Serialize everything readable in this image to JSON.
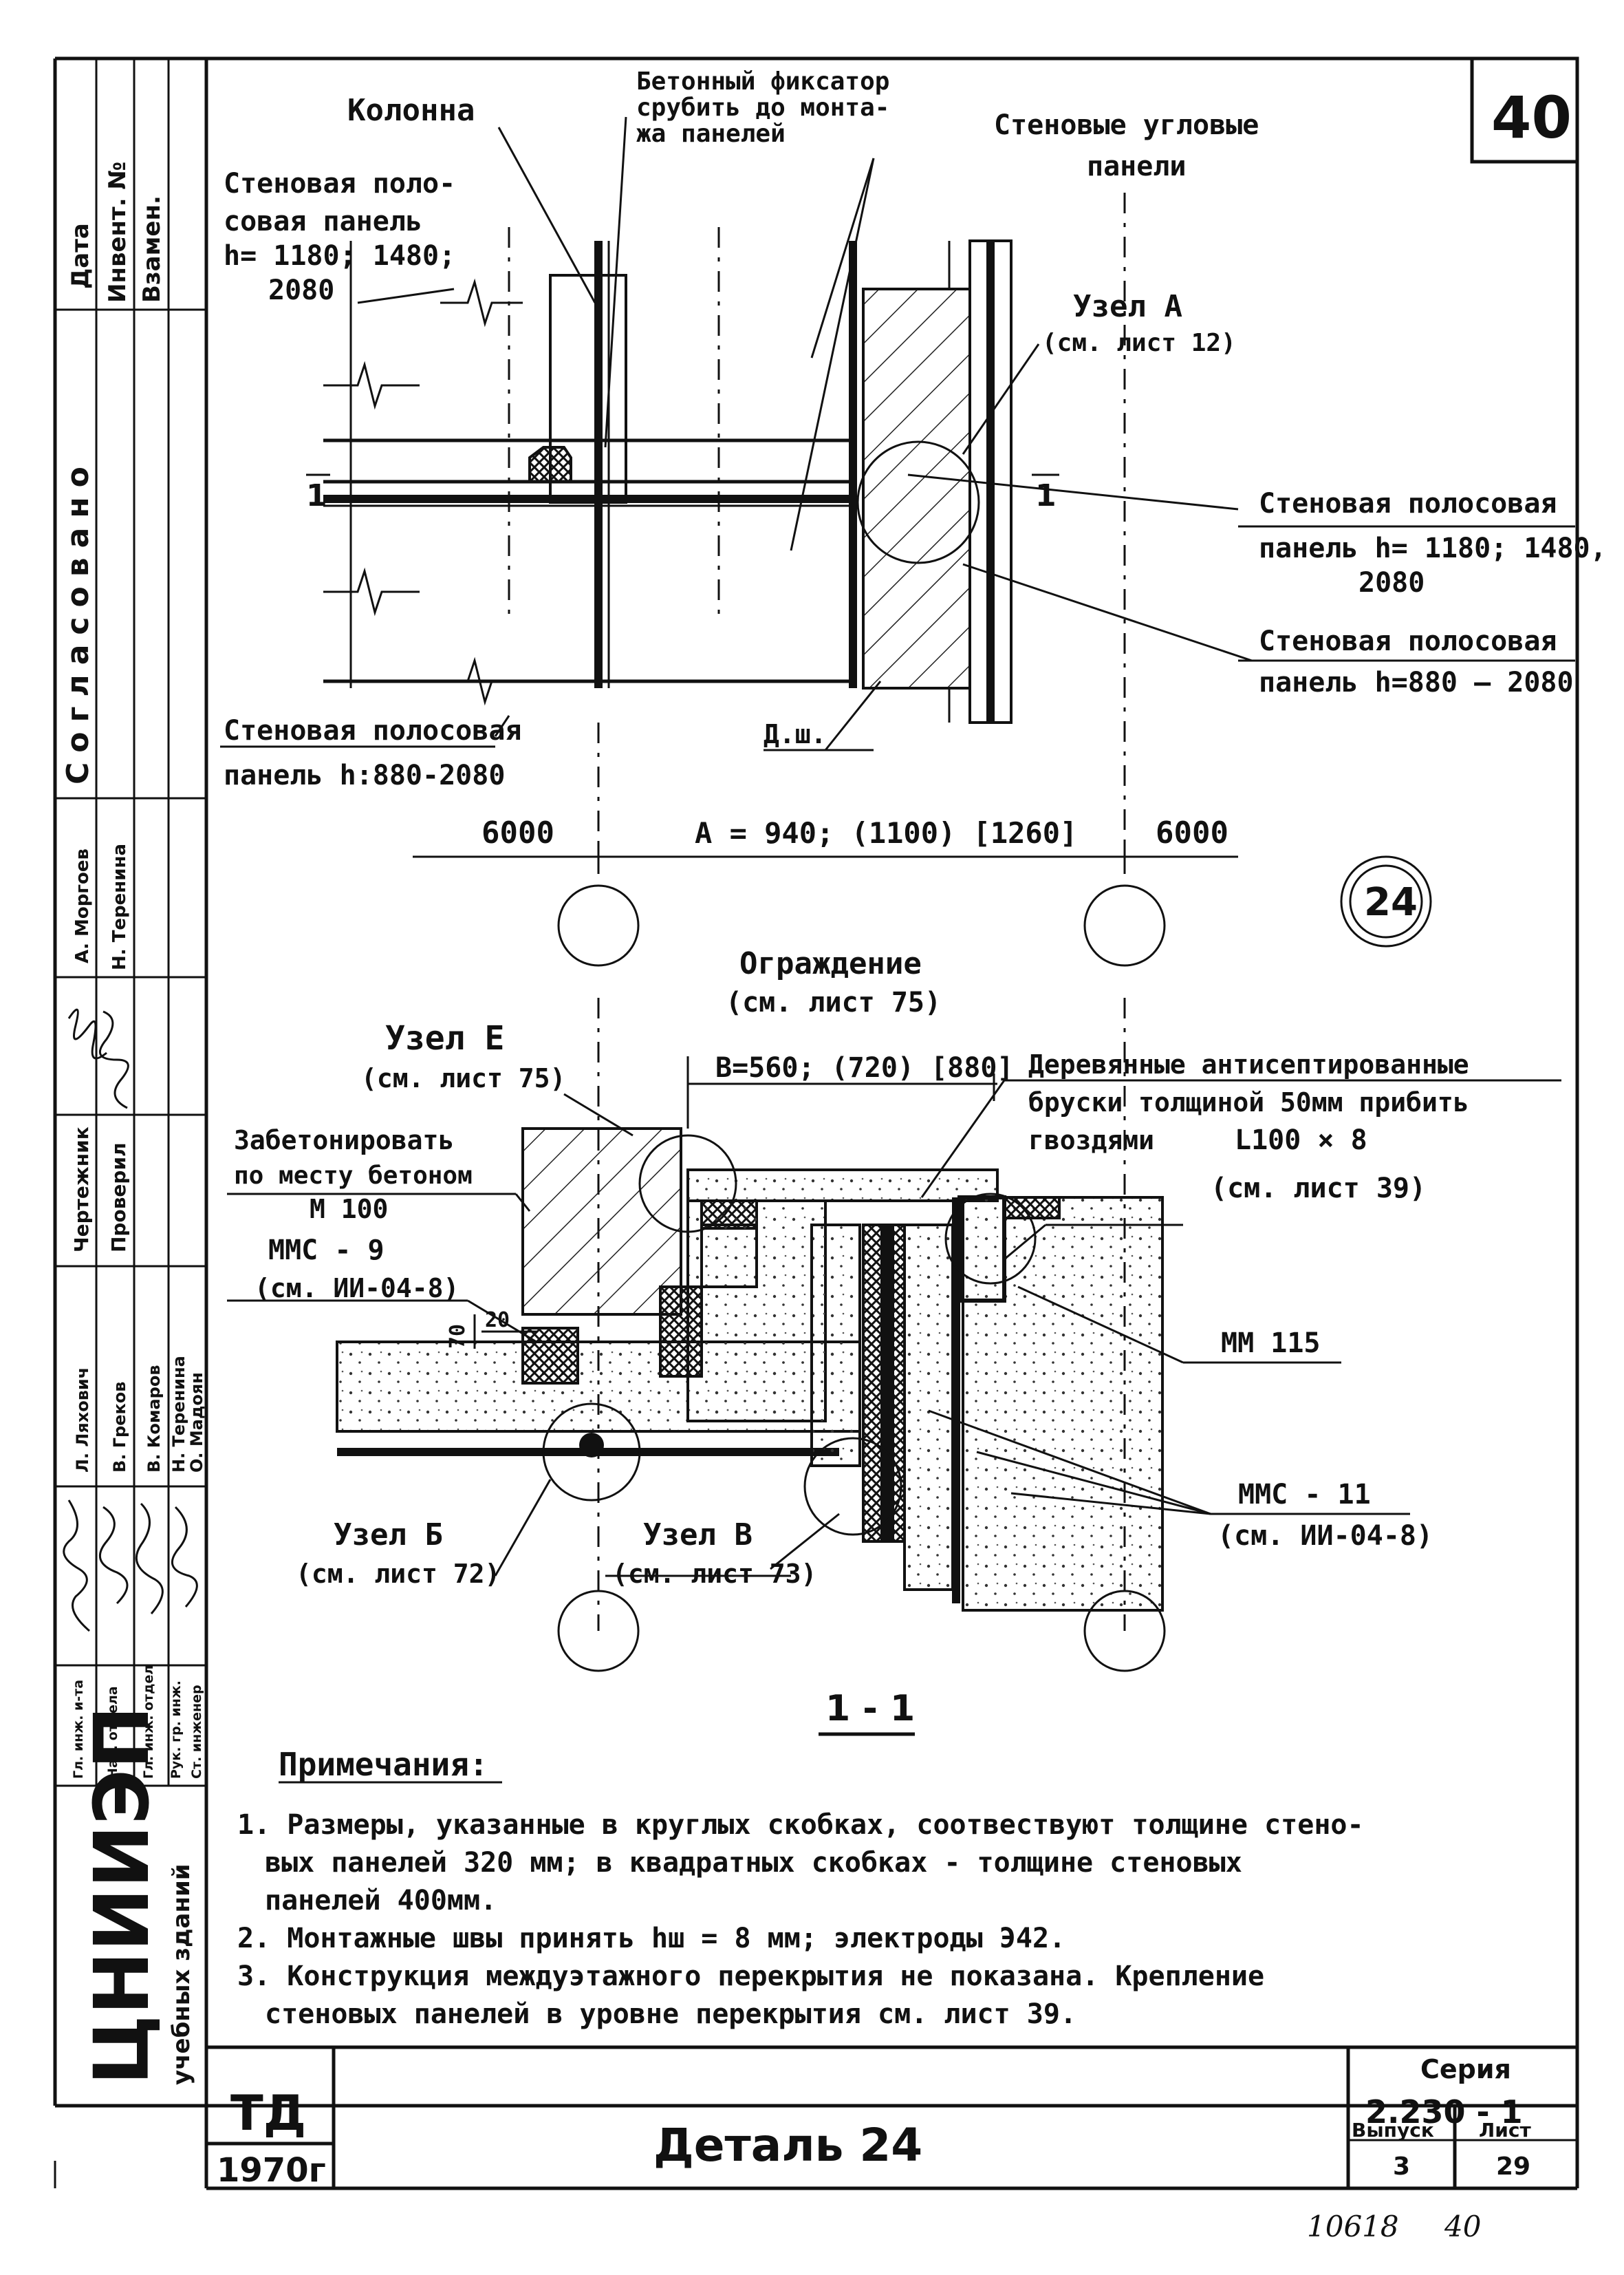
{
  "sheet": {
    "number": "40",
    "handwritten_number": "10618",
    "handwritten_page": "40",
    "detail_circle": "24",
    "section_label": "1 - 1"
  },
  "top_view": {
    "callouts": {
      "column": "Колонна",
      "concrete_fixator_1": "Бетонный фиксатор",
      "concrete_fixator_2": "срубить до монта-",
      "concrete_fixator_3": "жа панелей",
      "corner_panels_1": "Стеновые угловые",
      "corner_panels_2": "панели",
      "strip_panel_tl_1": "Стеновая поло-",
      "strip_panel_tl_2": "совая панель",
      "strip_panel_tl_3": "h= 1180; 1480;",
      "strip_panel_tl_4": "2080",
      "node_a_1": "Узел А",
      "node_a_2": "(см. лист 12)",
      "strip_panel_r1_1": "Стеновая полосовая",
      "strip_panel_r1_2": "панель h= 1180; 1480,",
      "strip_panel_r1_3": "2080",
      "strip_panel_r2_1": "Стеновая полосовая",
      "strip_panel_r2_2": "панель h=880 — 2080",
      "strip_panel_bl_1": "Стеновая полосовая",
      "strip_panel_bl_2": "панель h:880-2080",
      "seam": "Д.ш.",
      "cut_mark": "1"
    },
    "dimensions": {
      "left": "6000",
      "middle": "A = 940; (1100) [1260]",
      "right": "6000"
    }
  },
  "section_view": {
    "callouts": {
      "fence_1": "Ограждение",
      "fence_2": "(см. лист 75)",
      "b_dim": "B=560; (720) [880]",
      "wood_1": "Деревянные антисептированные",
      "wood_2": "бруски толщиной 50мм прибить",
      "wood_3": "гвоздями",
      "angle_1": "L100 × 8",
      "angle_2": "(см. лист 39)",
      "node_e_1": "Узел Е",
      "node_e_2": "(см. лист 75)",
      "concrete_1": "Забетонировать",
      "concrete_2": "по месту бетоном",
      "concrete_3": "М 100",
      "mms9_1": "ММС - 9",
      "mms9_2": "(см. ИИ-04-8)",
      "dim_70": "70",
      "dim_20": "20",
      "mm115": "ММ 115",
      "mms11_1": "ММС - 11",
      "mms11_2": "(см. ИИ-04-8)",
      "node_b_1": "Узел Б",
      "node_b_2": "(см. лист 72)",
      "node_v_1": "Узел В",
      "node_v_2": "(см. лист 73)"
    }
  },
  "notes": {
    "heading": "Примечания:",
    "items": [
      "1. Размеры, указанные в круглых скобках, соотвествуют толщине стено-",
      "вых панелей 320 мм; в квадратных скобках - толщине стеновых",
      "панелей 400мм.",
      "2. Монтажные швы принять hш = 8 мм; электроды Э42.",
      "3. Конструкция междуэтажного перекрытия не показана. Крепление",
      "стеновых панелей в уровне перекрытия см. лист 39."
    ]
  },
  "left_strip": {
    "top_cells": [
      "Дата",
      "Инвент. №",
      "Взамен."
    ],
    "agreed": "Согласовано",
    "names_col1": [
      "А. Моргоев",
      "Н. Теренина"
    ],
    "roles_mid": [
      "Чертежник",
      "Проверил"
    ],
    "names_col2": [
      "Л. Ляхович",
      "В. Греков",
      "В. Комаров",
      "Н. Теренина",
      "О. Мадоян"
    ],
    "roles_bottom": [
      "Гл. инж. и-та",
      "Нач. отдела",
      "Гл. инж. отдел",
      "Рук. гр. инж.",
      "Ст. инженер"
    ]
  },
  "title_block": {
    "org": "ЦНИИЭП",
    "org_sub": "учебных зданий",
    "td": "ТД",
    "year": "1970г",
    "title": "Деталь 24",
    "series_label": "Серия",
    "series_value": "2.230 - 1",
    "issue_label": "Выпуск",
    "issue_value": "3",
    "sheet_label": "Лист",
    "sheet_value": "29"
  }
}
